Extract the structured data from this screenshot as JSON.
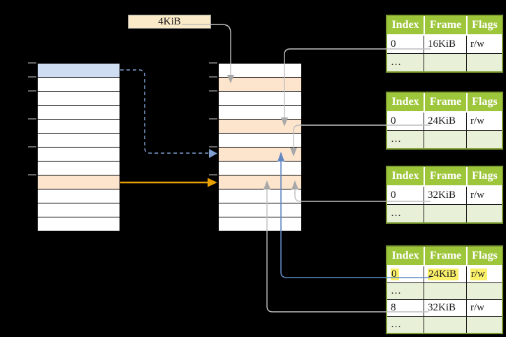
{
  "diagram": {
    "background": "#000000",
    "page_size_label": "4KiB",
    "left_column": {
      "row_styles": [
        "blue",
        "white",
        "white",
        "white",
        "white",
        "white",
        "white",
        "white",
        "peach",
        "white",
        "white",
        "white"
      ]
    },
    "middle_column": {
      "row_styles": [
        "white",
        "peach",
        "white",
        "white",
        "peach",
        "white",
        "peach",
        "white",
        "peach",
        "white",
        "white",
        "white"
      ]
    },
    "page_tables": {
      "headers": [
        "Index",
        "Frame",
        "Flags"
      ],
      "tables": [
        {
          "rows": [
            [
              "0",
              "16KiB",
              "r/w"
            ],
            [
              "…",
              "",
              ""
            ]
          ],
          "highlight_row": -1
        },
        {
          "rows": [
            [
              "0",
              "24KiB",
              "r/w"
            ],
            [
              "…",
              "",
              ""
            ]
          ],
          "highlight_row": -1
        },
        {
          "rows": [
            [
              "0",
              "32KiB",
              "r/w"
            ],
            [
              "…",
              "",
              ""
            ]
          ],
          "highlight_row": -1
        },
        {
          "rows": [
            [
              "0",
              "24KiB",
              "r/w"
            ],
            [
              "…",
              "",
              ""
            ],
            [
              "8",
              "32KiB",
              "r/w"
            ],
            [
              "…",
              "",
              ""
            ]
          ],
          "highlight_row": 0
        }
      ]
    },
    "colors": {
      "row_blue": "#CFDDF2",
      "row_peach": "#FCE4CD",
      "label_cream": "#FBEAC8",
      "header_green": "#9EC63B",
      "row_light_green": "#E9F0D8",
      "table_border_green": "#7E9D31",
      "connector_gray": "#BFBFBF",
      "arrow_gray": "#A8A8A8",
      "connector_blue": "#6187C2",
      "connector_blue_dashed": "#7FA0D0",
      "connector_orange": "#E8A000",
      "highlight_yellow": "#FAF06A",
      "tick_gray": "#7F7F7F"
    }
  }
}
